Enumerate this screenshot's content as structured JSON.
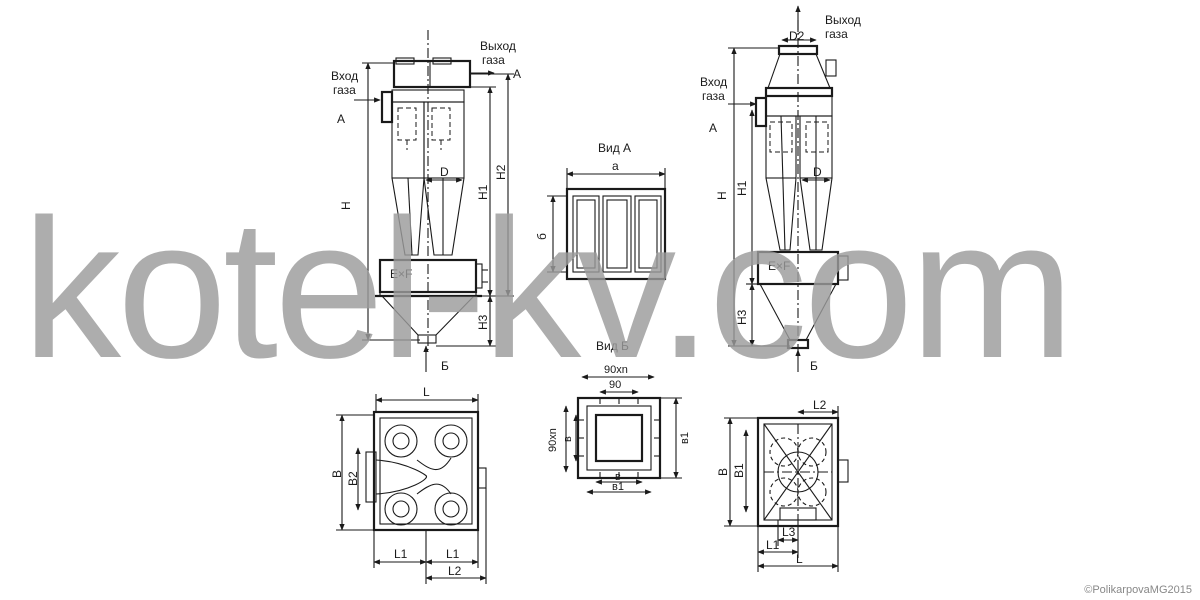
{
  "left_view": {
    "inlet": [
      "Вход",
      "газа"
    ],
    "outlet": [
      "Выход",
      "газа"
    ],
    "label_a_left": "А",
    "label_a_right": "А",
    "dims": {
      "H": "H",
      "H1": "H1",
      "H2": "H2",
      "H3": "H3",
      "D": "D"
    },
    "box": "E×F",
    "label_b": "Б"
  },
  "center_views": {
    "view_a_title": "Вид А",
    "dim_a": "а",
    "dim_b": "б",
    "view_b_title": "Вид Б",
    "dim_90xn_top": "90xn",
    "dim_90": "90",
    "dim_90xn_side": "90xn",
    "dim_v": "в",
    "dim_v1": "в1",
    "dim_v_bottom": "в",
    "dim_v1_bottom": "в1"
  },
  "right_view": {
    "outlet": [
      "Выход",
      "газа"
    ],
    "inlet": [
      "Вход",
      "газа"
    ],
    "label_a": "А",
    "dims": {
      "D2": "D2",
      "H": "H",
      "H1": "H1",
      "H3": "H3",
      "D": "D"
    },
    "box": "E×F",
    "label_b": "Б"
  },
  "plan_left": {
    "L": "L",
    "B": "B",
    "B2": "B2",
    "L1_left": "L1",
    "L1_right": "L1",
    "L2": "L2"
  },
  "plan_right": {
    "L2": "L2",
    "B": "B",
    "B1": "B1",
    "L3": "L3",
    "L1": "L1",
    "L": "L"
  },
  "watermark": "kotel-kv.com",
  "copyright": "©PolikarpovaMG2015"
}
